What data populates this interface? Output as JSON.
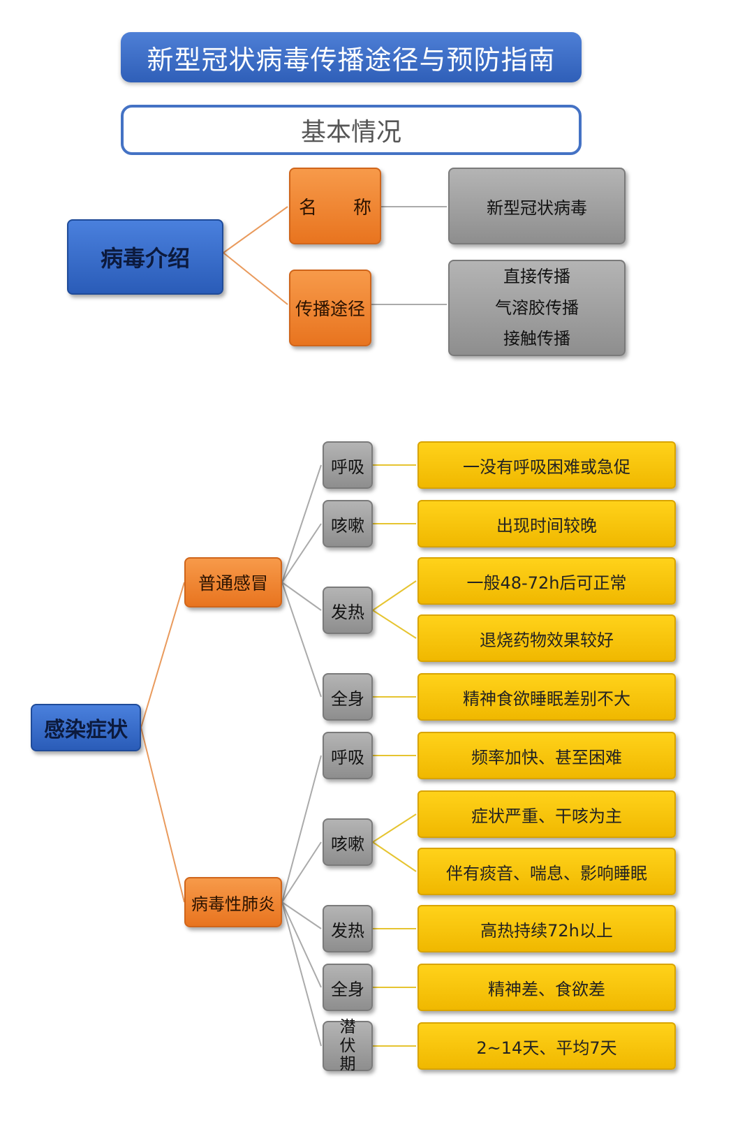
{
  "title": "新型冠状病毒传播途径与预防指南",
  "subtitle": "基本情况",
  "intro": {
    "root": "病毒介绍",
    "name_label": "名　　称",
    "name_value": "新型冠状病毒",
    "route_label": "传播途径",
    "routes": [
      "直接传播",
      "气溶胶传播",
      "接触传播"
    ]
  },
  "symptoms": {
    "root": "感染症状",
    "cold": {
      "label": "普通感冒",
      "items": [
        {
          "cat": "呼吸",
          "details": [
            "一没有呼吸困难或急促"
          ]
        },
        {
          "cat": "咳嗽",
          "details": [
            "出现时间较晚"
          ]
        },
        {
          "cat": "发热",
          "details": [
            "一般48-72h后可正常",
            "退烧药物效果较好"
          ]
        },
        {
          "cat": "全身",
          "details": [
            "精神食欲睡眠差别不大"
          ]
        }
      ]
    },
    "pneumonia": {
      "label": "病毒性肺炎",
      "items": [
        {
          "cat": "呼吸",
          "details": [
            "频率加快、甚至困难"
          ]
        },
        {
          "cat": "咳嗽",
          "details": [
            "症状严重、干咳为主",
            "伴有痰音、喘息、影响睡眠"
          ]
        },
        {
          "cat": "发热",
          "details": [
            "高热持续72h以上"
          ]
        },
        {
          "cat": "全身",
          "details": [
            "精神差、食欲差"
          ]
        },
        {
          "cat": "潜伏期",
          "details": [
            "2~14天、平均7天"
          ]
        }
      ]
    }
  },
  "colors": {
    "blue": "#2f5fb8",
    "orange": "#e8741f",
    "gray": "#9a9a9a",
    "yellow": "#f5c400",
    "line_orange": "#e99a5c",
    "line_gray": "#aaaaaa",
    "line_yellow": "#e6c430"
  }
}
